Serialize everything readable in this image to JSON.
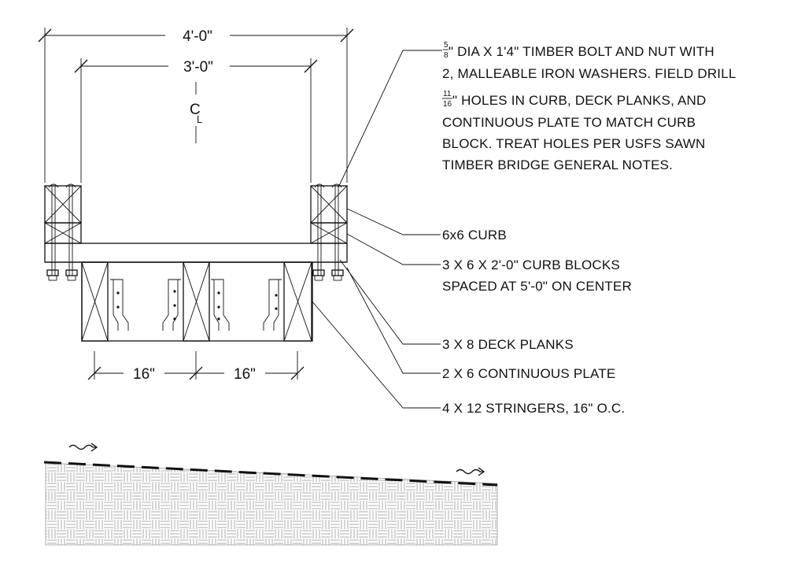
{
  "dimensions": {
    "overall_width": "4'-0\"",
    "curb_spacing": "3'-0\"",
    "centerline_symbol": "C",
    "centerline_sub": "L",
    "stringer_spacing_1": "16\"",
    "stringer_spacing_2": "16\""
  },
  "bolt_note": {
    "frac1_num": "5",
    "frac1_den": "8",
    "line1": "\" DIA X 1'4\" TIMBER BOLT AND NUT WITH",
    "line2": "2, MALLEABLE IRON WASHERS. FIELD DRILL",
    "frac2_num": "11",
    "frac2_den": "16",
    "line3": "\" HOLES IN CURB, DECK PLANKS, AND",
    "line4": "CONTINUOUS PLATE TO MATCH CURB",
    "line5": "BLOCK. TREAT HOLES PER USFS SAWN",
    "line6": "TIMBER BRIDGE GENERAL NOTES."
  },
  "callouts": {
    "curb": "6x6 CURB",
    "curb_blocks_1": "3 X 6 X 2'-0\" CURB BLOCKS",
    "curb_blocks_2": "SPACED AT 5'-0\" ON CENTER",
    "deck_planks": "3 X 8 DECK PLANKS",
    "plate": "2 X 6 CONTINUOUS PLATE",
    "stringers": "4 X 12 STRINGERS, 16\" O.C."
  }
}
